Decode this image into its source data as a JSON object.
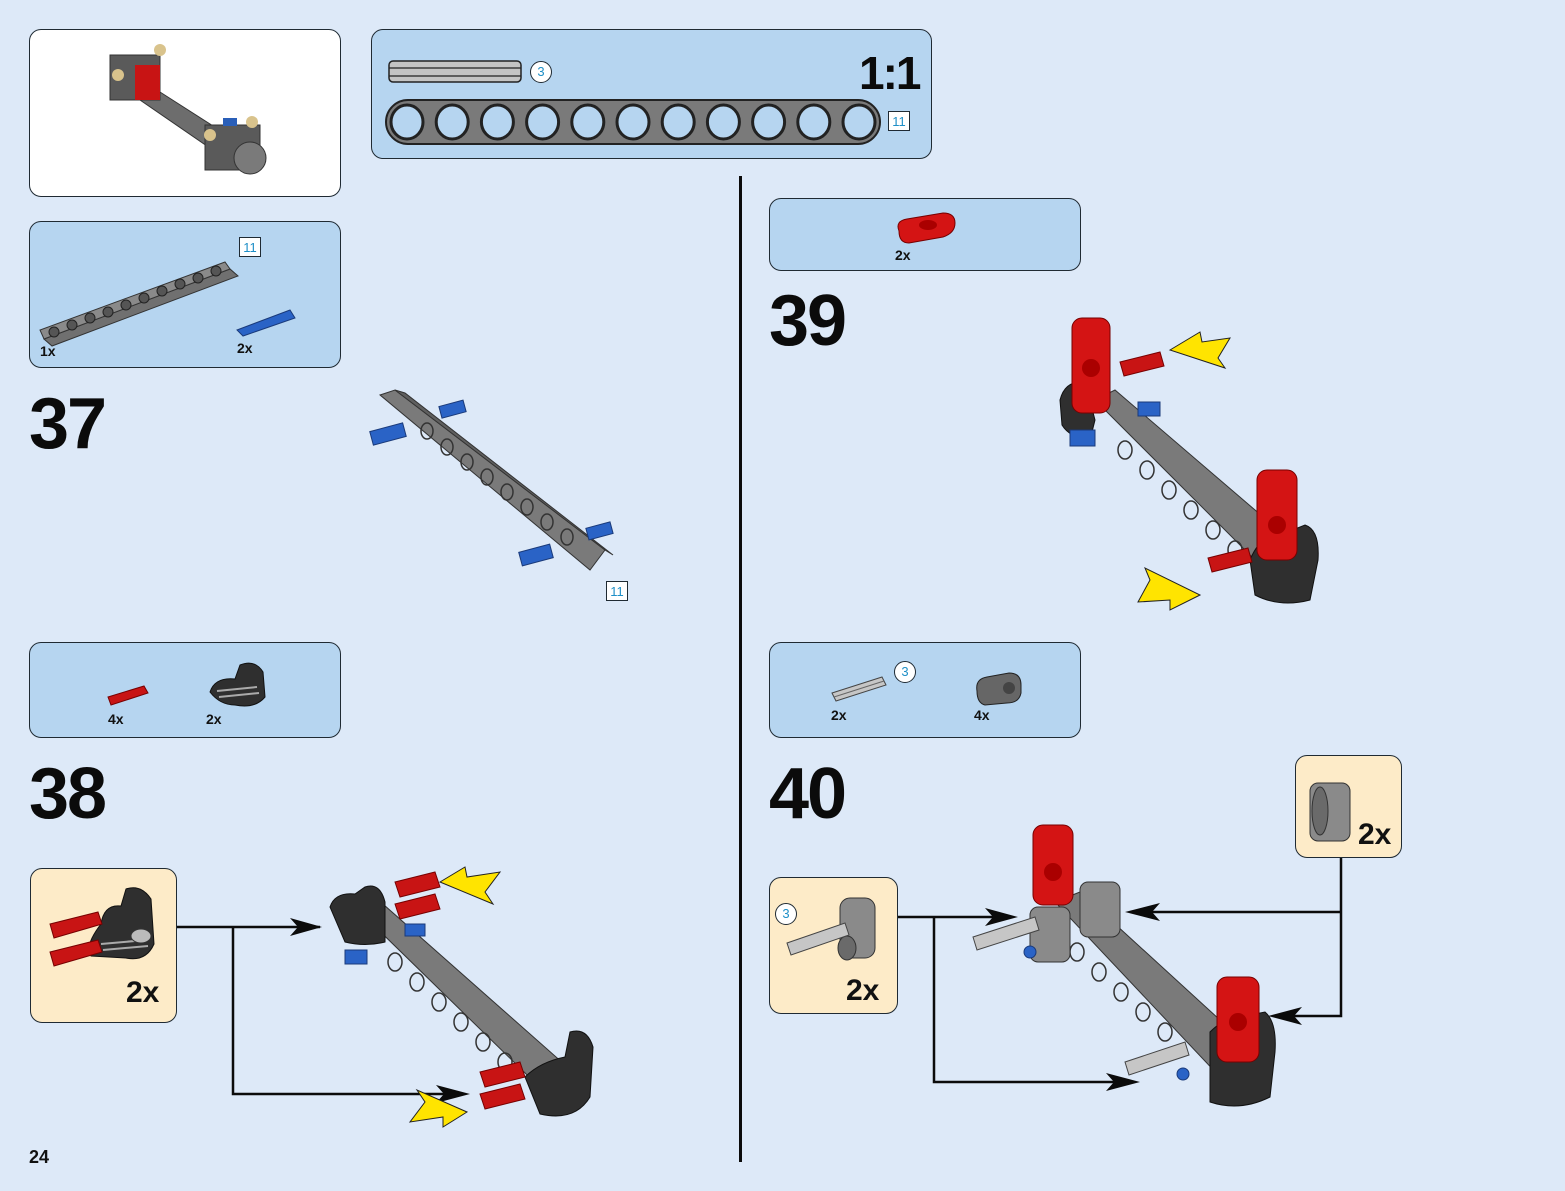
{
  "page": {
    "page_number": "24",
    "background_color": "#dde9f8",
    "callout_color": "#b6d5f0",
    "subassembly_color": "#fdebc8"
  },
  "preview": {
    "description": "completed front axle assembly preview"
  },
  "scale_reference": {
    "axle_length_label": "3",
    "beam_length_label": "11",
    "scale_label": "1:1",
    "beam_holes": 11
  },
  "steps": [
    {
      "number": "37",
      "parts": [
        {
          "name": "liftarm-11",
          "color": "dark-gray",
          "qty": "1x",
          "length_label": "11"
        },
        {
          "name": "pin-with-friction",
          "color": "blue",
          "qty": "2x"
        }
      ],
      "assembly_length_label": "11"
    },
    {
      "number": "38",
      "parts": [
        {
          "name": "axle-pin",
          "color": "red",
          "qty": "4x"
        },
        {
          "name": "steering-knuckle",
          "color": "black",
          "qty": "2x"
        }
      ],
      "subassembly": {
        "qty": "2x"
      }
    },
    {
      "number": "39",
      "parts": [
        {
          "name": "cross-axle-connector",
          "color": "red",
          "qty": "2x"
        }
      ]
    },
    {
      "number": "40",
      "parts": [
        {
          "name": "axle-3",
          "color": "light-gray",
          "qty": "2x",
          "length_label": "3"
        },
        {
          "name": "beam-connector",
          "color": "dark-gray",
          "qty": "4x"
        }
      ],
      "subassemblies": [
        {
          "qty": "2x",
          "length_label": "3"
        },
        {
          "qty": "2x"
        }
      ]
    }
  ]
}
